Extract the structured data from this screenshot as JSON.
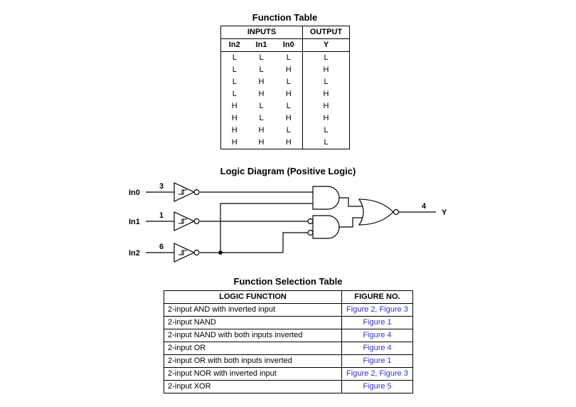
{
  "colors": {
    "link": "#3333cc",
    "text": "#000000",
    "background": "#ffffff"
  },
  "function_table": {
    "title": "Function Table",
    "inputs_header": "INPUTS",
    "output_header": "OUTPUT",
    "col_headers": [
      "In2",
      "In1",
      "In0",
      "Y"
    ],
    "rows": [
      [
        "L",
        "L",
        "L",
        "L"
      ],
      [
        "L",
        "L",
        "H",
        "H"
      ],
      [
        "L",
        "H",
        "L",
        "L"
      ],
      [
        "L",
        "H",
        "H",
        "H"
      ],
      [
        "H",
        "L",
        "L",
        "H"
      ],
      [
        "H",
        "L",
        "H",
        "H"
      ],
      [
        "H",
        "H",
        "L",
        "L"
      ],
      [
        "H",
        "H",
        "H",
        "L"
      ]
    ]
  },
  "logic_diagram": {
    "title": "Logic Diagram (Positive Logic)",
    "inputs": [
      {
        "label": "In0",
        "pin": "3"
      },
      {
        "label": "In1",
        "pin": "1"
      },
      {
        "label": "In2",
        "pin": "6"
      }
    ],
    "output": {
      "label": "Y",
      "pin": "4"
    },
    "gates": [
      "schmitt-inverter",
      "schmitt-inverter",
      "schmitt-inverter",
      "and",
      "and-with-inverted-inputs",
      "nor"
    ]
  },
  "selection_table": {
    "title": "Function Selection Table",
    "col_headers": [
      "LOGIC FUNCTION",
      "FIGURE NO."
    ],
    "rows": [
      {
        "function": "2-input AND with inverted input",
        "figure": "Figure 2, Figure 3"
      },
      {
        "function": "2-input NAND",
        "figure": "Figure 1"
      },
      {
        "function": "2-input NAND with both inputs inverted",
        "figure": "Figure 4"
      },
      {
        "function": "2-input OR",
        "figure": "Figure 4"
      },
      {
        "function": "2-input OR with both inputs inverted",
        "figure": "Figure 1"
      },
      {
        "function": "2-input NOR with inverted input",
        "figure": "Figure 2, Figure 3"
      },
      {
        "function": "2-input XOR",
        "figure": "Figure 5"
      }
    ]
  }
}
